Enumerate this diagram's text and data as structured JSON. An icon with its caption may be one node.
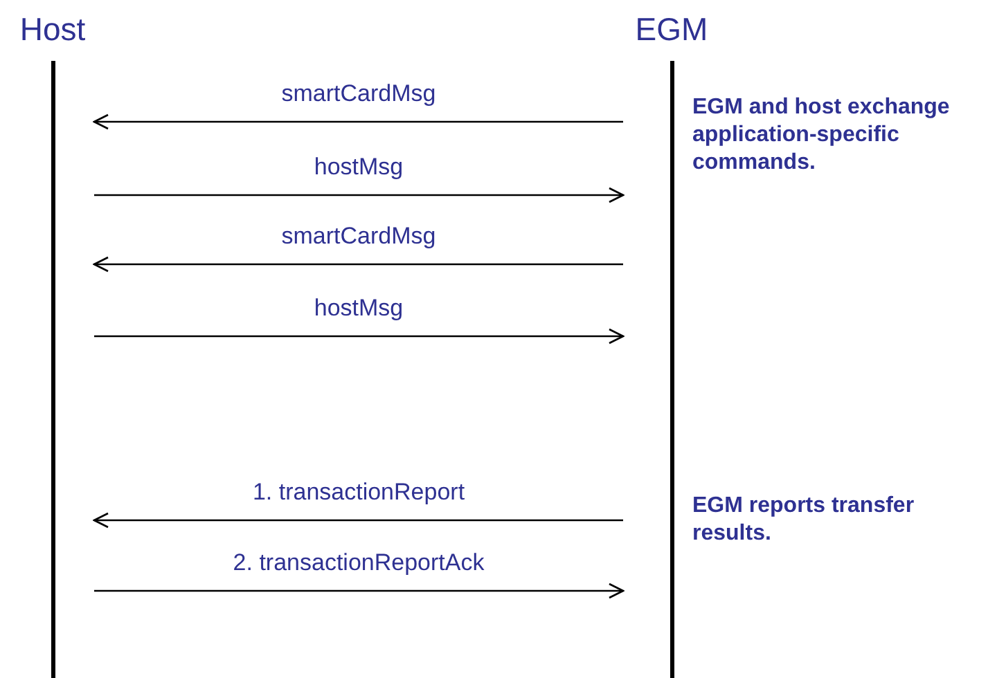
{
  "diagram": {
    "nodes": [
      {
        "text": [
          "Host"
        ]
      },
      {
        "text": [
          "EGM"
        ]
      }
    ],
    "edges": [
      {
        "from": 1,
        "to": 0,
        "arrow": "to",
        "label": "smartCardMsg"
      },
      {
        "from": 0,
        "to": 1,
        "arrow": "to",
        "label": "hostMsg"
      },
      {
        "from": 1,
        "to": 0,
        "arrow": "to",
        "label": "smartCardMsg"
      },
      {
        "from": 0,
        "to": 1,
        "arrow": "to",
        "label": "hostMsg"
      },
      {
        "from": 1,
        "to": 0,
        "arrow": "to",
        "label": "1. transactionReport"
      },
      {
        "from": 0,
        "to": 1,
        "arrow": "to",
        "label": "2. transactionReportAck"
      }
    ],
    "labels": [
      "EGM and host exchange application-specific commands.",
      "EGM reports transfer results."
    ]
  }
}
